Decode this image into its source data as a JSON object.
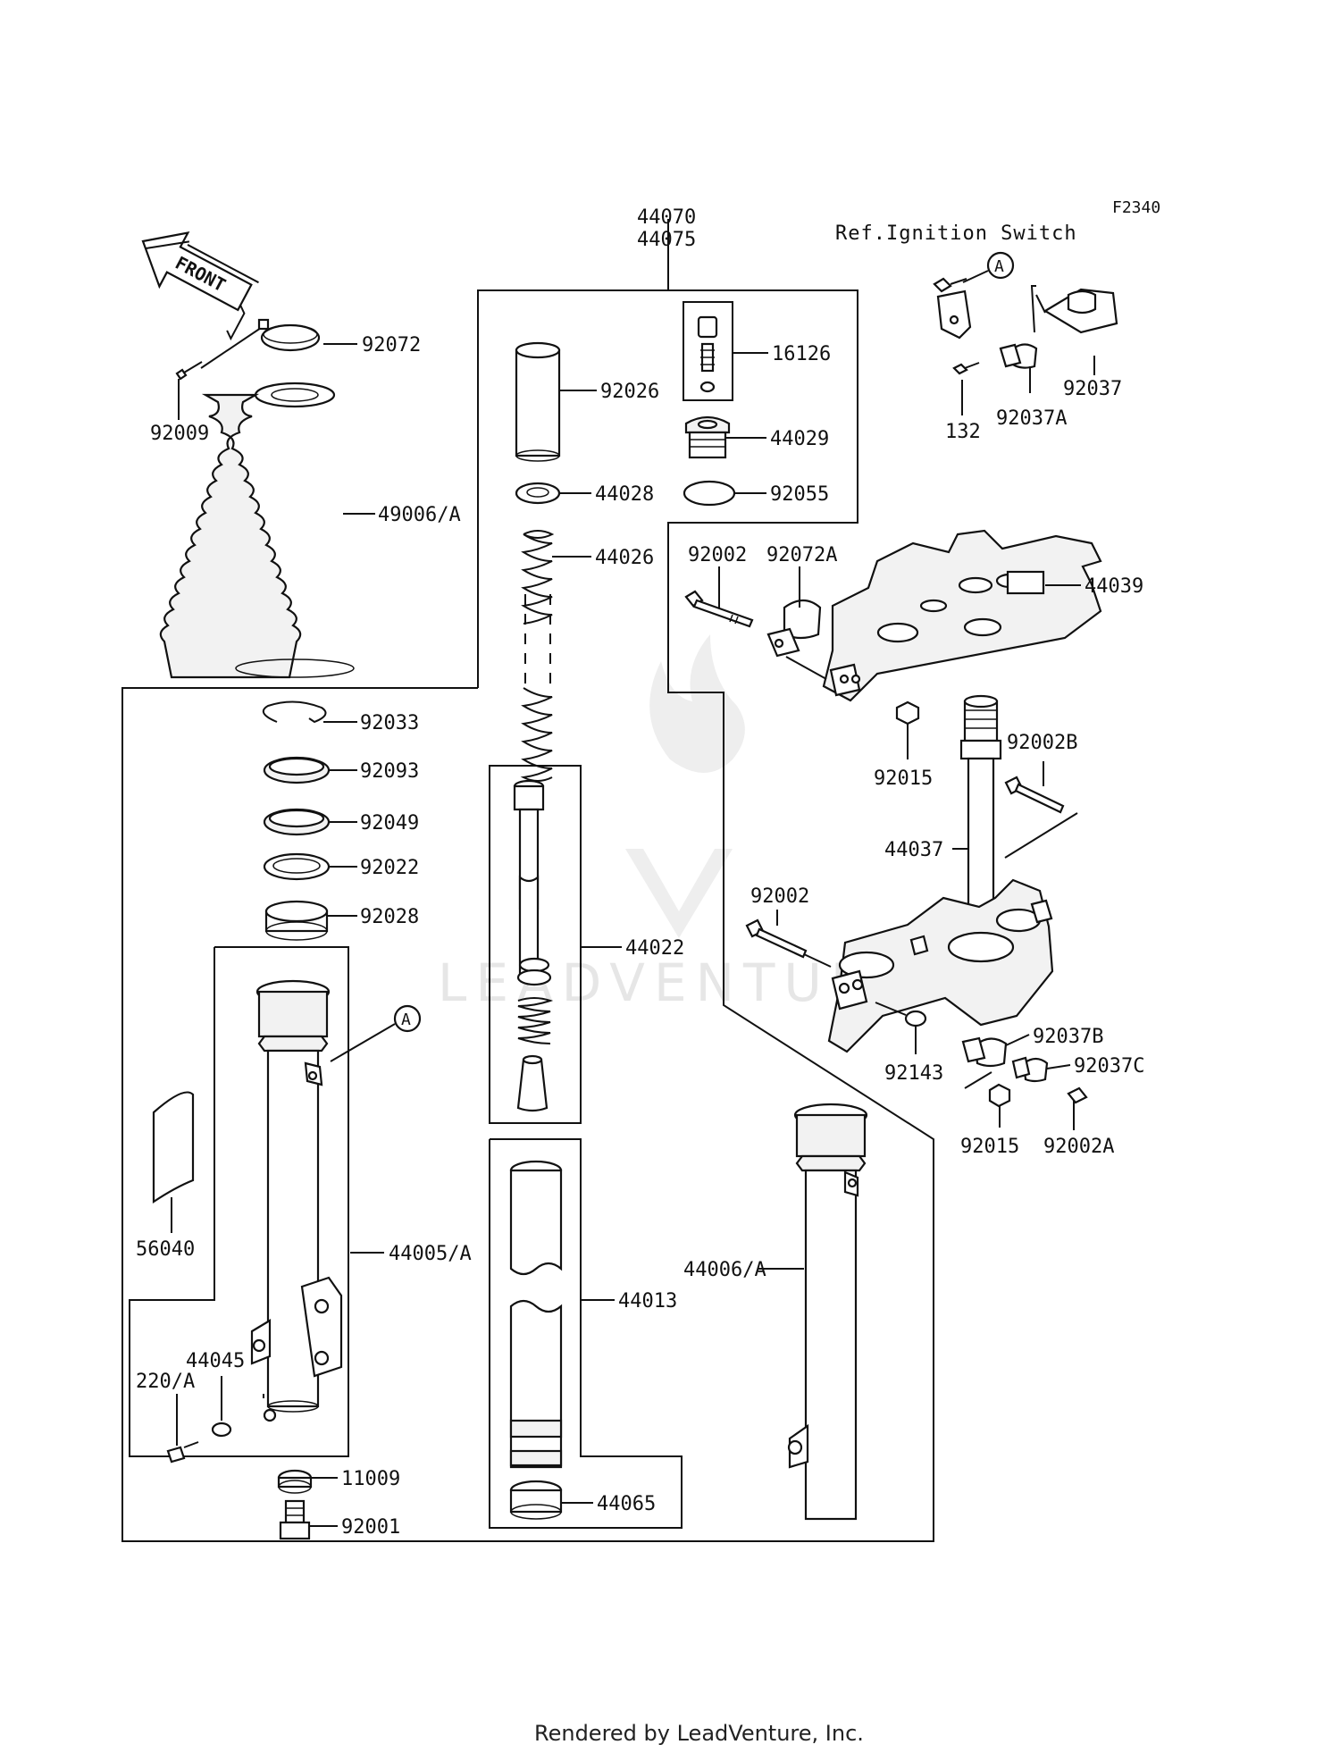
{
  "diagram_code": "F2340",
  "reference_note": "Ref.Ignition Switch",
  "front_arrow_label": "FRONT",
  "assembly_label_1": "44070",
  "assembly_label_2": "44075",
  "watermark": "LEADVENTURE",
  "footer": "Rendered by LeadVenture, Inc.",
  "callout_letter": "A",
  "parts": {
    "p92072": "92072",
    "p92009": "92009",
    "p49006A": "49006/A",
    "p92026": "92026",
    "p16126": "16126",
    "p44029": "44029",
    "p44028": "44028",
    "p92055": "92055",
    "p44026": "44026",
    "p92002_top": "92002",
    "p92072A": "92072A",
    "p44039": "44039",
    "p92037": "92037",
    "p132": "132",
    "p92037A": "92037A",
    "p92033": "92033",
    "p92093": "92093",
    "p92049": "92049",
    "p92022": "92022",
    "p92028": "92028",
    "p92015_top": "92015",
    "p92002B": "92002B",
    "p44037": "44037",
    "p92002_mid": "92002",
    "p44022": "44022",
    "p92037B": "92037B",
    "p92143": "92143",
    "p92037C": "92037C",
    "p92015_bot": "92015",
    "p92002A": "92002A",
    "p56040": "56040",
    "p44005A": "44005/A",
    "p44006A": "44006/A",
    "p44013": "44013",
    "p44045": "44045",
    "p220A": "220/A",
    "p11009": "11009",
    "p92001": "92001",
    "p44065": "44065"
  }
}
